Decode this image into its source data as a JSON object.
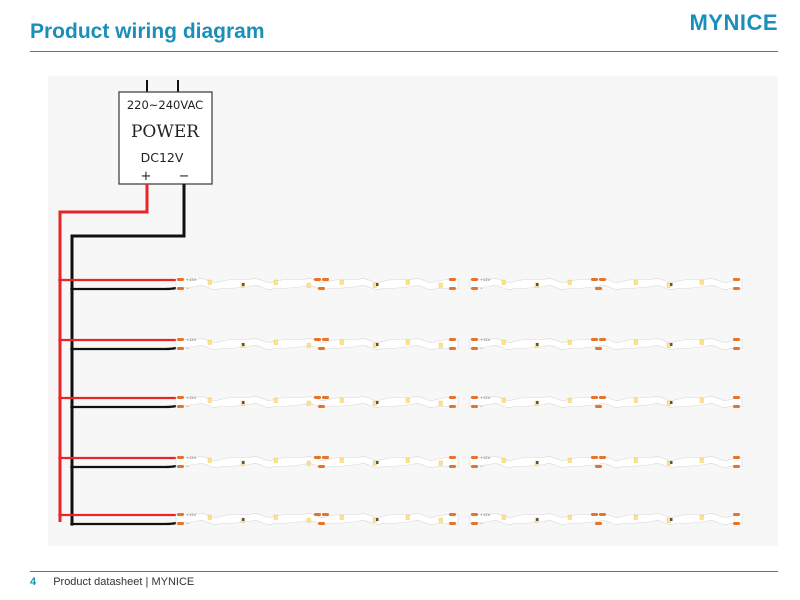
{
  "header": {
    "title": "Product wiring diagram",
    "brand": "MYNICE"
  },
  "power_supply": {
    "input": "220~240VAC",
    "name": "POWER",
    "output": "DC12V",
    "positive": "+",
    "negative": "−"
  },
  "strip_labels": {
    "positive": "+12V",
    "negative": "−"
  },
  "strips": {
    "rows": 5,
    "segments_per_row": 2
  },
  "colors": {
    "accent": "#1a8fba",
    "positive_wire": "#e8262a",
    "negative_wire": "#111111",
    "solder_pad": "#e8732a",
    "led": "#ffe28a",
    "strip": "#ffffff"
  },
  "footer": {
    "page_number": "4",
    "text": "Product datasheet | MYNICE"
  }
}
